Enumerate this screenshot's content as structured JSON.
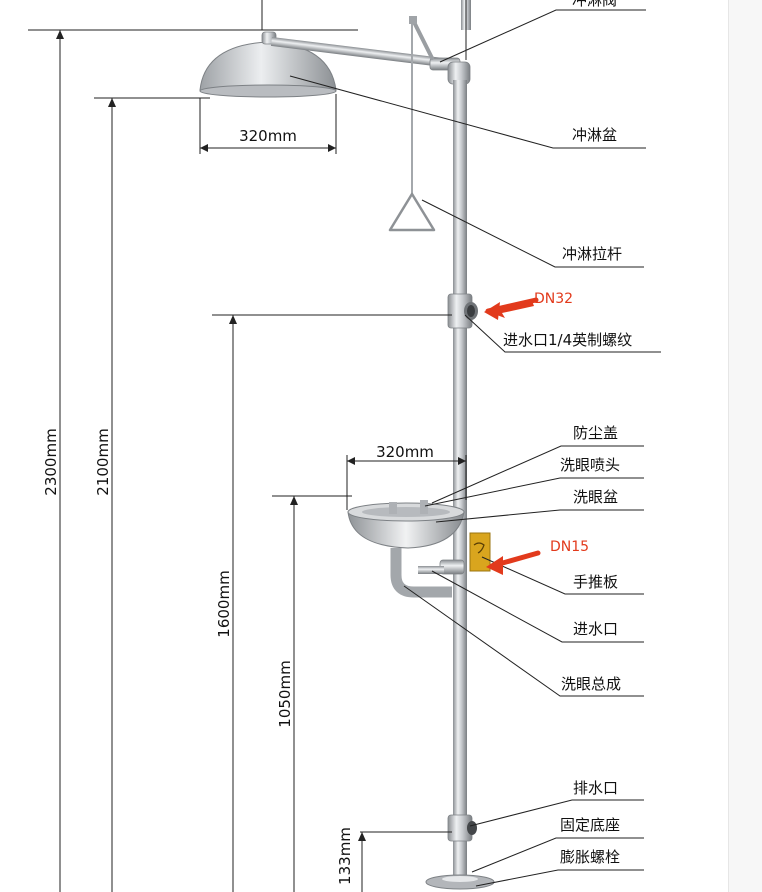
{
  "dimensions": {
    "shower_head_width": "320mm",
    "eye_bowl_width": "320mm",
    "total_height": "2300mm",
    "shower_height": "2100mm",
    "inlet_height": "1600mm",
    "bowl_height": "1050mm",
    "drain_height": "133mm"
  },
  "callouts": {
    "shower_valve": "冲淋阀",
    "shower_bowl": "冲淋盆",
    "shower_pull_rod": "冲淋拉杆",
    "inlet_thread": "进水口1/4英制螺纹",
    "dust_cover": "防尘盖",
    "eyewash_nozzle": "洗眼喷头",
    "eyewash_bowl": "洗眼盆",
    "push_plate": "手推板",
    "water_inlet": "进水口",
    "eyewash_assembly": "洗眼总成",
    "drain_outlet": "排水口",
    "fixed_base": "固定底座",
    "expansion_bolt": "膨胀螺栓"
  },
  "pipe_sizes": {
    "upper_inlet": "DN32",
    "lower_inlet": "DN15"
  },
  "colors": {
    "arrow": "#e23a1c",
    "steel_light": "#e4e6e8",
    "steel_dark": "#8a8e92",
    "push_plate": "#d9a51e"
  }
}
